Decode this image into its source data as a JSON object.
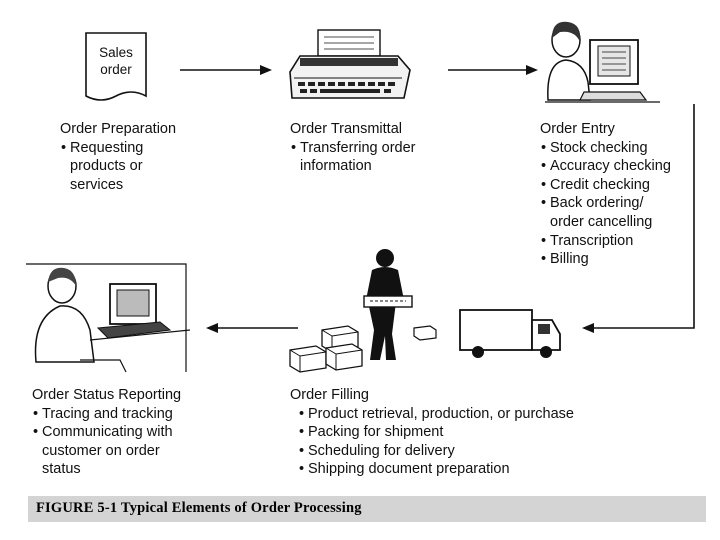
{
  "diagram": {
    "sales_order_doc": {
      "line1": "Sales",
      "line2": "order"
    },
    "steps": [
      {
        "title": "Order Preparation",
        "bullets": [
          "Requesting products or services"
        ]
      },
      {
        "title": "Order Transmittal",
        "bullets": [
          "Transferring order information"
        ]
      },
      {
        "title": "Order Entry",
        "bullets": [
          "Stock checking",
          "Accuracy checking",
          "Credit checking",
          "Back ordering/ order cancelling",
          "Transcription",
          "Billing"
        ]
      },
      {
        "title": "Order Filling",
        "bullets": [
          "Product retrieval, production, or purchase",
          "Packing for shipment",
          "Scheduling for delivery",
          "Shipping document preparation"
        ]
      },
      {
        "title": "Order Status Reporting",
        "bullets": [
          "Tracing and tracking",
          "Communicating with customer on order status"
        ]
      }
    ],
    "caption": "FIGURE 5-1  Typical Elements of Order Processing"
  },
  "icons": [
    "document-icon",
    "printer-icon",
    "clerk-at-computer-icon",
    "worker-carrying-box-icon",
    "delivery-truck-icon",
    "boxes-icon",
    "person-at-computer-icon"
  ]
}
